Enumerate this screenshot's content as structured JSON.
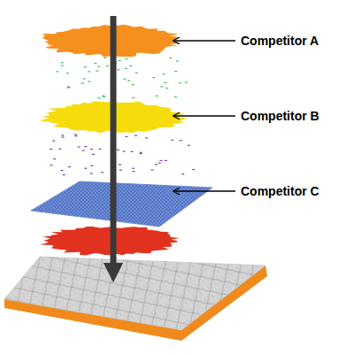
{
  "diagram": {
    "labels": [
      "Competitor A",
      "Competitor B",
      "Competitor C"
    ]
  }
}
